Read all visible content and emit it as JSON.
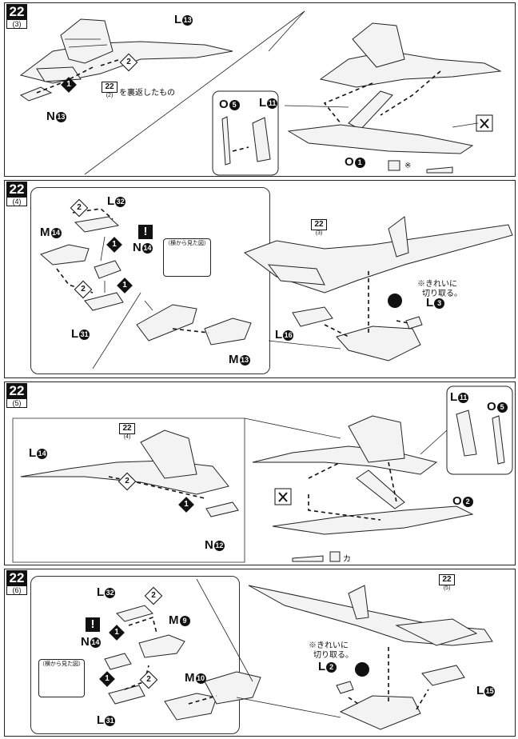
{
  "panels": [
    {
      "step": "22",
      "sub": "(3)",
      "labels": {
        "l13": "L",
        "n13": "N",
        "l11": "L",
        "o5": "O",
        "o1": "O",
        "marker": "※"
      },
      "circled": {
        "l13": "13",
        "n13": "13",
        "l11": "11",
        "o5": "5",
        "o1": "1"
      },
      "steps": [
        "1",
        "2"
      ],
      "ref": {
        "num": "22",
        "sub": "(2)",
        "note": "を裏返したもの"
      }
    },
    {
      "step": "22",
      "sub": "(4)",
      "labels": {
        "l32": "L",
        "m14": "M",
        "n14": "N",
        "l31": "L",
        "m13": "M",
        "l16": "L",
        "l3": "L"
      },
      "circled": {
        "l32": "32",
        "m14": "14",
        "n14": "14",
        "l31": "31",
        "m13": "13",
        "l16": "16",
        "l3": "3"
      },
      "steps": [
        "2",
        "1",
        "2",
        "1"
      ],
      "side_view": "（横から見た図）",
      "ref": {
        "num": "22",
        "sub": "(3)"
      },
      "clean_cut": [
        "※きれいに",
        "切り取る。"
      ]
    },
    {
      "step": "22",
      "sub": "(5)",
      "labels": {
        "l14": "L",
        "n12": "N",
        "l11": "L",
        "o5": "O",
        "o2": "O",
        "marker": "カ"
      },
      "circled": {
        "l14": "14",
        "n12": "12",
        "l11": "11",
        "o5": "5",
        "o2": "2"
      },
      "steps": [
        "2",
        "1"
      ],
      "ref": {
        "num": "22",
        "sub": "(4)"
      }
    },
    {
      "step": "22",
      "sub": "(6)",
      "labels": {
        "l32": "L",
        "m9": "M",
        "n14": "N",
        "m10": "M",
        "l31": "L",
        "l2": "L",
        "l15": "L"
      },
      "circled": {
        "l32": "32",
        "m9": "9",
        "n14": "14",
        "m10": "10",
        "l31": "31",
        "l2": "2",
        "l15": "15"
      },
      "steps": [
        "2",
        "1",
        "1",
        "2"
      ],
      "side_view": "（横から見た図）",
      "ref": {
        "num": "22",
        "sub": "(5)"
      },
      "clean_cut": [
        "※きれいに",
        "切り取る。"
      ]
    }
  ],
  "warning": "!",
  "colors": {
    "ink": "#111111",
    "paper": "#ffffff",
    "part": "#f3f3f3"
  }
}
